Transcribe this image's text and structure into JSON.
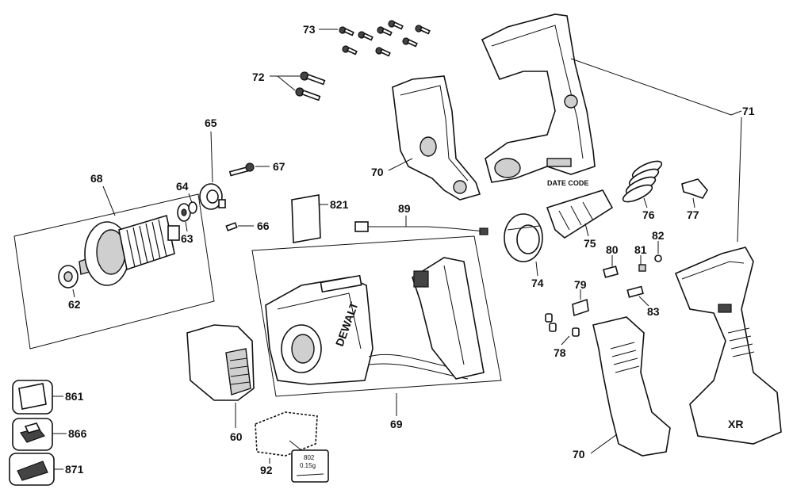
{
  "labels": {
    "l60": "60",
    "l62": "62",
    "l63": "63",
    "l64": "64",
    "l65": "65",
    "l66": "66",
    "l67": "67",
    "l68": "68",
    "l69": "69",
    "l70a": "70",
    "l70b": "70",
    "l71": "71",
    "l72": "72",
    "l73": "73",
    "l74": "74",
    "l75": "75",
    "l76": "76",
    "l77": "77",
    "l78": "78",
    "l79": "79",
    "l80": "80",
    "l81": "81",
    "l82": "82",
    "l83": "83",
    "l89": "89",
    "l92": "92",
    "l821": "821",
    "l861": "861",
    "l866": "866",
    "l871": "871"
  },
  "date_code": "DATE CODE",
  "brand_text": "DEWALT",
  "xr_text": "XR",
  "grease_box": {
    "code": "802",
    "weight": "0.15g"
  }
}
